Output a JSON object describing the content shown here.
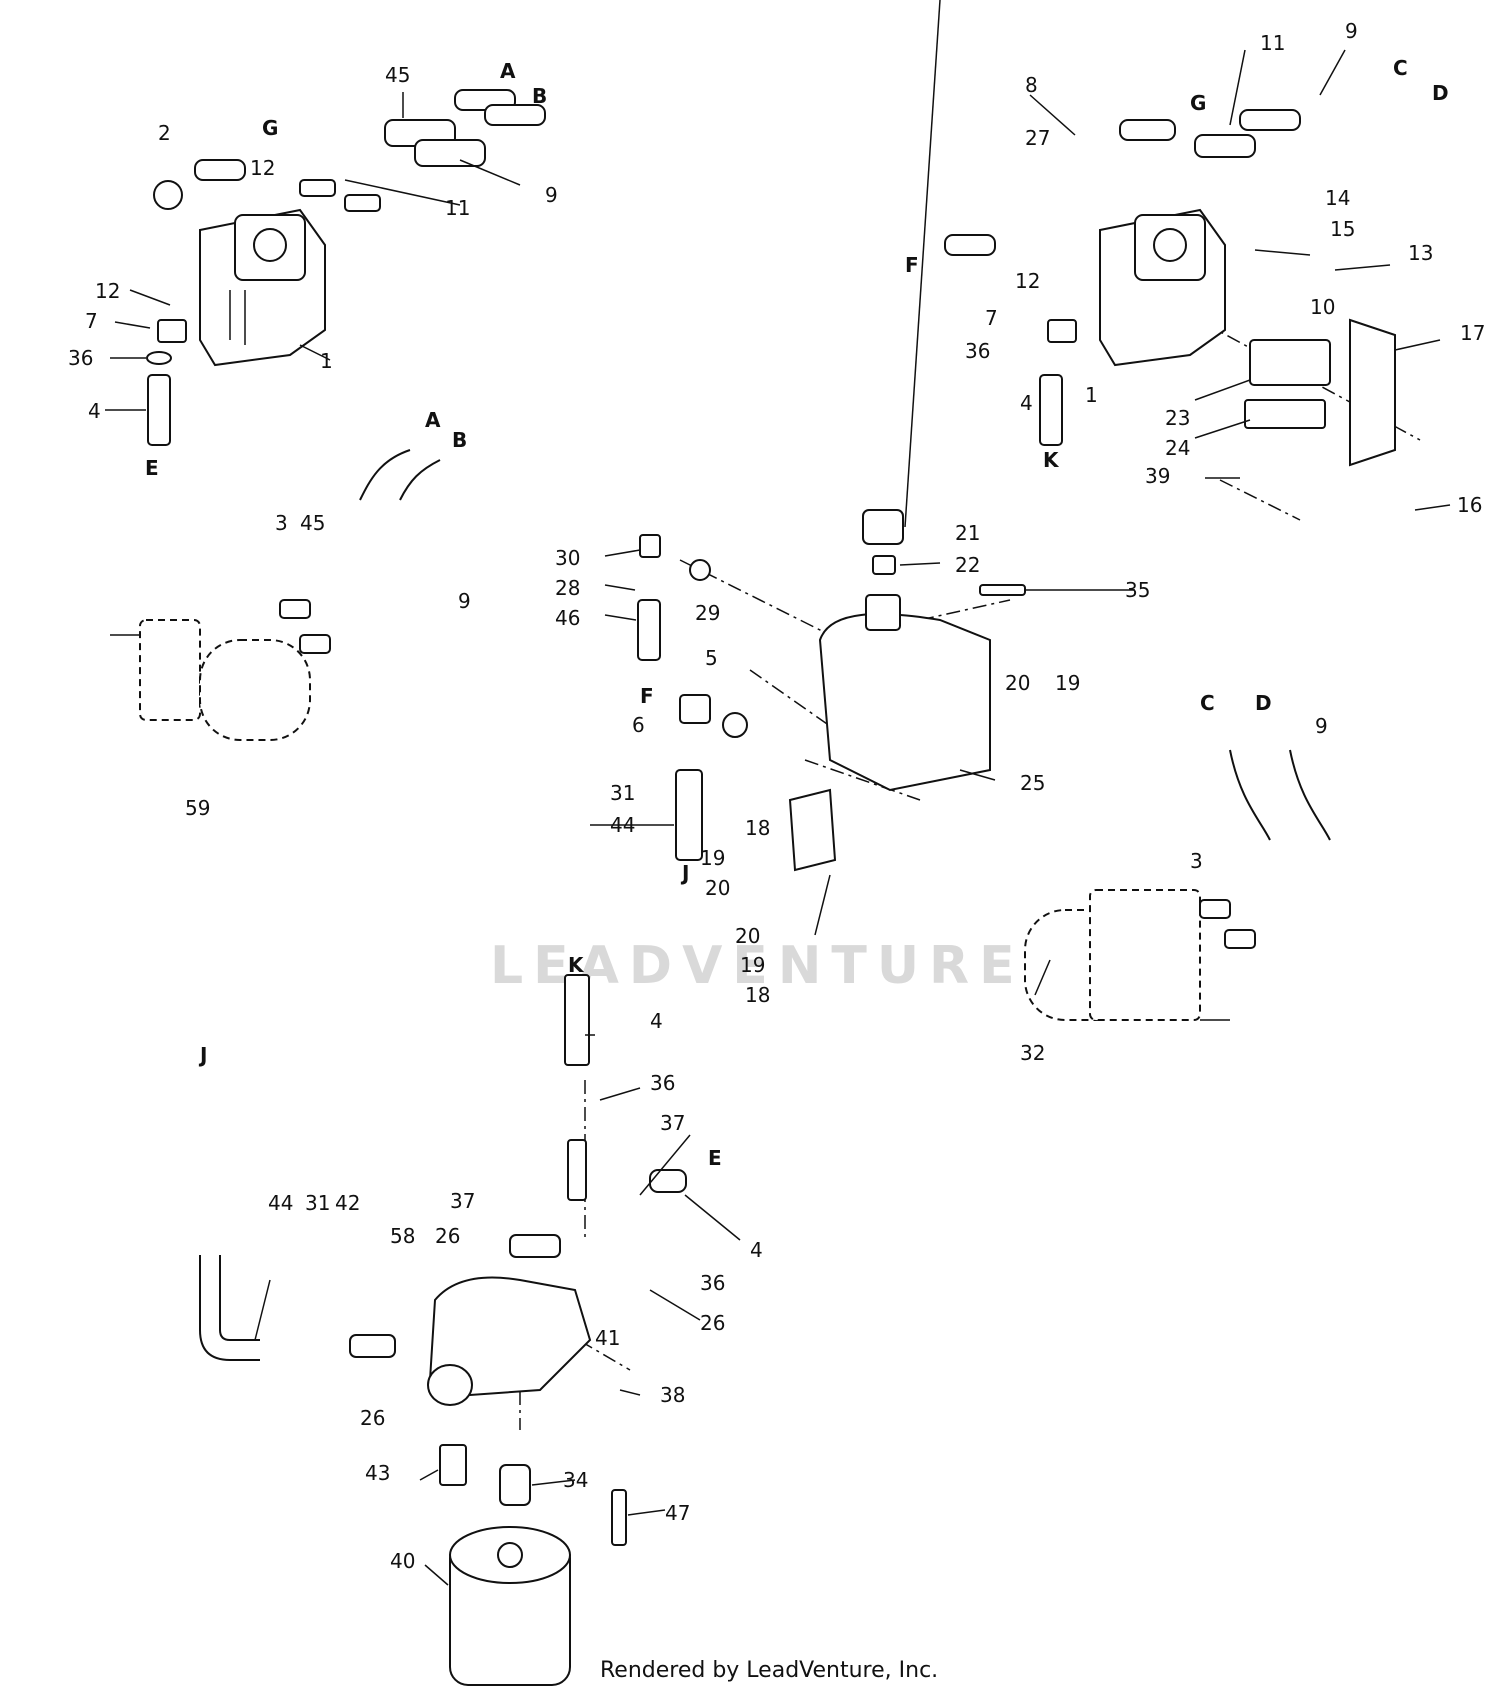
{
  "watermark": "LEADVENTURE",
  "credit": "Rendered by LeadVenture, Inc.",
  "callouts": [
    "1",
    "2",
    "3",
    "4",
    "5",
    "6",
    "7",
    "8",
    "9",
    "10",
    "11",
    "12",
    "13",
    "14",
    "15",
    "16",
    "17",
    "18",
    "19",
    "20",
    "21",
    "22",
    "23",
    "24",
    "25",
    "26",
    "27",
    "28",
    "29",
    "30",
    "31",
    "32",
    "34",
    "35",
    "36",
    "37",
    "38",
    "39",
    "40",
    "41",
    "42",
    "43",
    "44",
    "45",
    "46",
    "47",
    "58",
    "59"
  ],
  "connector_letters": [
    "A",
    "B",
    "C",
    "D",
    "E",
    "F",
    "G",
    "J",
    "K"
  ]
}
